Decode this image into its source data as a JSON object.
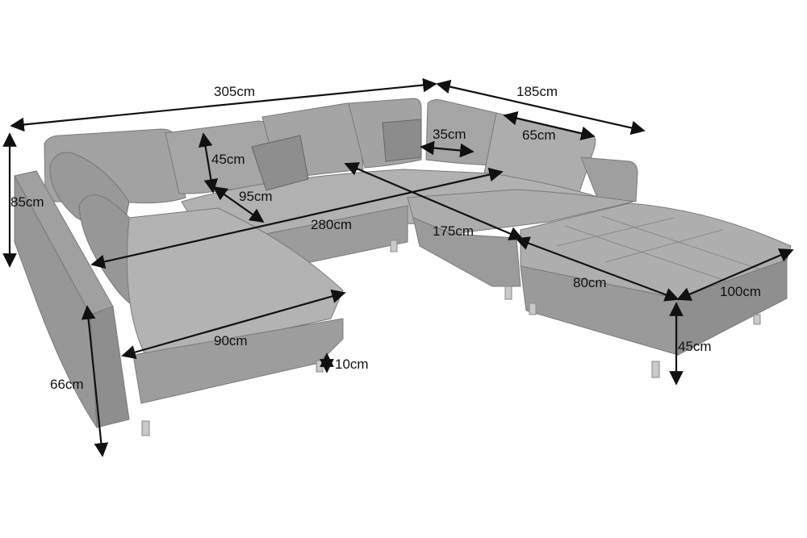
{
  "colors": {
    "sofa_fill": "#a9a9a9",
    "sofa_shadow": "#8f8f8f",
    "sofa_light": "#bdbdbd",
    "sofa_edge": "#7a7a7a",
    "dimension_line": "#111111",
    "label_text": "#111111"
  },
  "dimensions": {
    "overall_width": "305cm",
    "right_depth": "185cm",
    "height": "85cm",
    "backrest_height": "45cm",
    "cushion_depth": "95cm",
    "inner_width": "280cm",
    "small_pillow": "35cm",
    "large_pillow": "65cm",
    "chaise_inner": "175cm",
    "left_seat_width": "90cm",
    "seat_height": "66cm",
    "leg_height": "10cm",
    "ottoman_depth": "80cm",
    "ottoman_width": "100cm",
    "ottoman_height": "45cm"
  }
}
